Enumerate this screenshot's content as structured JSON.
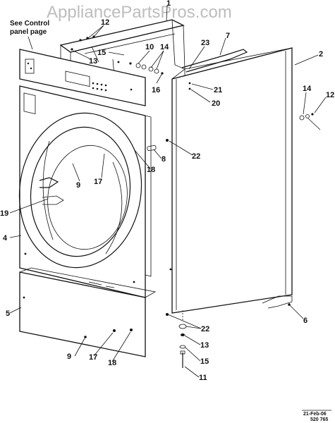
{
  "watermark": "AppliancePartsPros.com",
  "note": {
    "line1": "See Control",
    "line2": "panel page"
  },
  "stamp": {
    "date": "21-Feb-06",
    "code": "520 765"
  },
  "callouts": [
    "1",
    "12",
    "7",
    "2",
    "15",
    "10",
    "14",
    "23",
    "13",
    "16",
    "21",
    "20",
    "12",
    "14",
    "8",
    "22",
    "17",
    "18",
    "9",
    "19",
    "4",
    "5",
    "22",
    "6",
    "9",
    "17",
    "18",
    "13",
    "15",
    "11"
  ]
}
